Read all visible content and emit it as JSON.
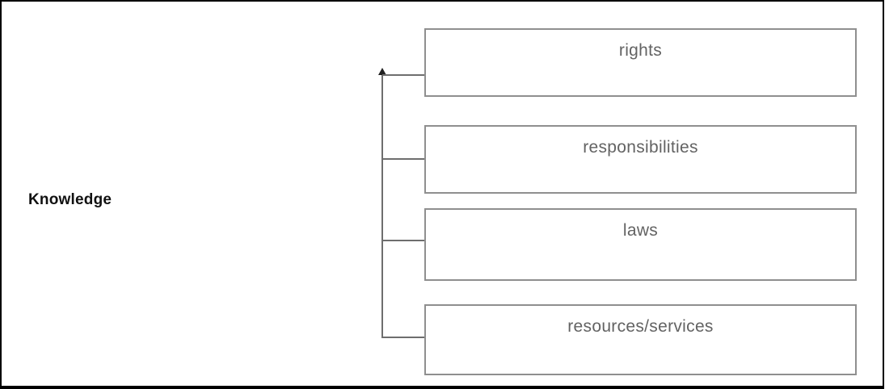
{
  "diagram": {
    "root_label": "Knowledge",
    "boxes": [
      {
        "label": "rights"
      },
      {
        "label": "responsibilities"
      },
      {
        "label": "laws"
      },
      {
        "label": "resources/services"
      }
    ],
    "connector": {
      "direction": "arrow-points-up",
      "arrow_icon": "up-arrowhead"
    },
    "colors": {
      "frame_border": "#000000",
      "box_border": "#8f8f8f",
      "box_text": "#636363",
      "connector_line": "#6e6e6e",
      "arrow": "#222222",
      "root_text": "#111111",
      "background": "#ffffff"
    }
  }
}
